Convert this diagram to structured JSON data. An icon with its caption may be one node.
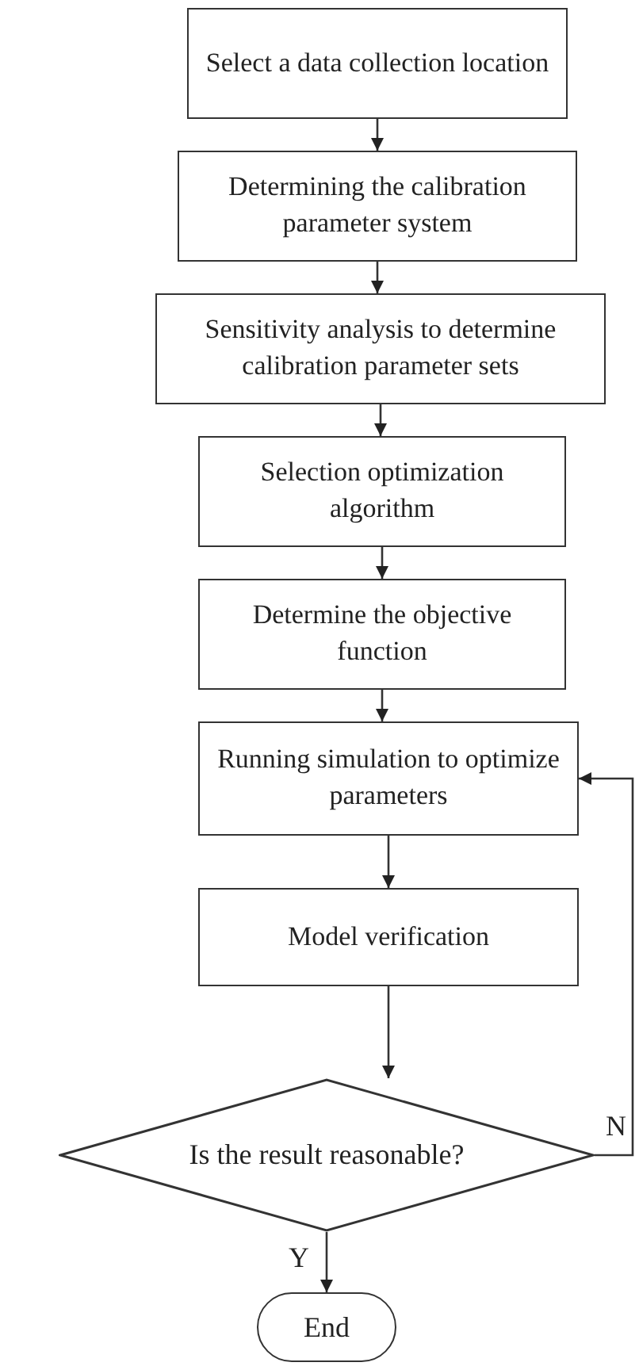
{
  "diagram": {
    "nodes": [
      {
        "text": [
          "Select a data collection location"
        ]
      },
      {
        "text": [
          "Determining the calibration parameter system"
        ]
      },
      {
        "text": [
          "Sensitivity analysis to determine calibration parameter sets"
        ]
      },
      {
        "text": [
          "Selection optimization algorithm"
        ]
      },
      {
        "text": [
          "Determine the objective function"
        ]
      },
      {
        "text": [
          "Running simulation to optimize parameters"
        ]
      },
      {
        "text": [
          "Model verification"
        ]
      },
      {
        "text": [
          "Is the result reasonable?"
        ]
      },
      {
        "text": [
          "End"
        ]
      }
    ],
    "edges": [
      {
        "from": 0,
        "to": 1,
        "arrow": "to"
      },
      {
        "from": 1,
        "to": 2,
        "arrow": "to"
      },
      {
        "from": 2,
        "to": 3,
        "arrow": "to"
      },
      {
        "from": 3,
        "to": 4,
        "arrow": "to"
      },
      {
        "from": 4,
        "to": 5,
        "arrow": "to"
      },
      {
        "from": 5,
        "to": 6,
        "arrow": "to"
      },
      {
        "from": 6,
        "to": 7,
        "arrow": "to"
      },
      {
        "from": 7,
        "to": 8,
        "arrow": "to",
        "label": "Y"
      },
      {
        "from": 7,
        "to": 5,
        "arrow": "to",
        "label": "N"
      }
    ]
  }
}
